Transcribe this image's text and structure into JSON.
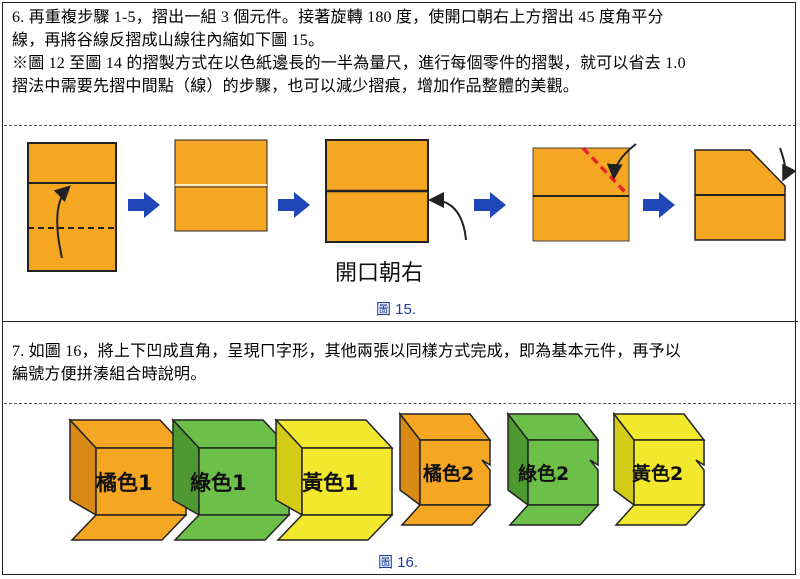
{
  "step6": {
    "line1": "6. 再重複步驟 1-5，摺出一組 3 個元件。接著旋轉 180 度，使開口朝右上方摺出 45 度角平分",
    "line2": "線，再將谷線反摺成山線往內縮如下圖 15。",
    "line3": "※圖 12 至圖 14 的摺製方式在以色紙邊長的一半為量尺，進行每個零件的摺製，就可以省去 1.0",
    "line4": "摺法中需要先摺中間點（線）的步驟，也可以減少摺痕，增加作品整體的美觀。"
  },
  "figure15": {
    "callout": "開口朝右",
    "caption": "圖 15."
  },
  "step7": {
    "line1": "7.  如圖 16，將上下凹成直角，呈現ㄇ字形，其他兩張以同樣方式完成，即為基本元件，再予以",
    "line2": "編號方便拼湊組合時說明。"
  },
  "figure16": {
    "labels": [
      "橘色1",
      "綠色1",
      "黃色1",
      "橘色2",
      "綠色2",
      "黃色2"
    ],
    "caption": "圖 16."
  },
  "colors": {
    "orange": "#F5A623",
    "green": "#6CC04A",
    "yellow": "#F2E92E",
    "arrow_blue": "#1F47B8",
    "red_fold": "#E8252A",
    "caption_blue": "#1F3F9A"
  }
}
